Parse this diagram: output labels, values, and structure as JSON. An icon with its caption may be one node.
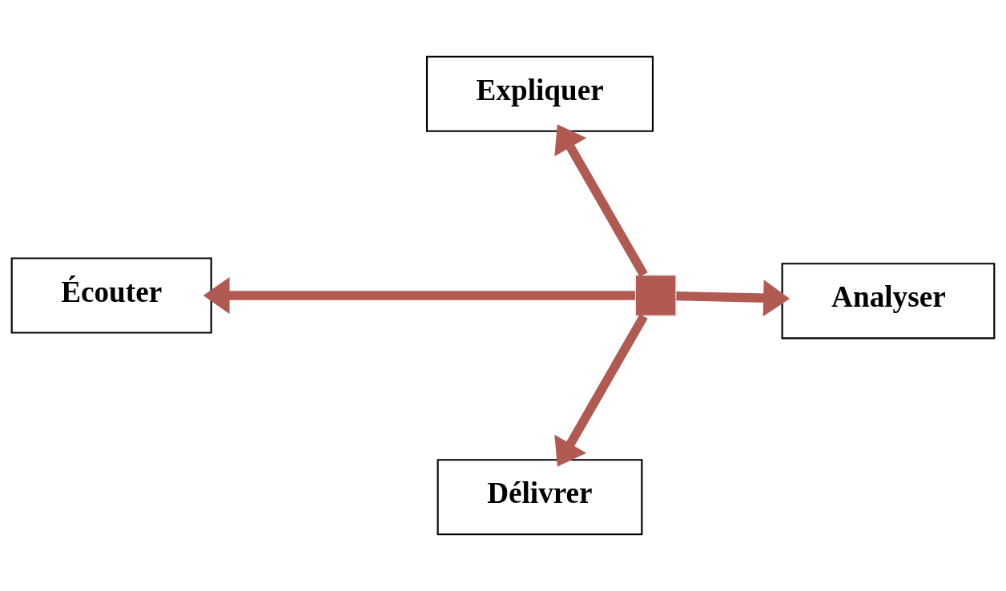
{
  "diagram": {
    "nodes": [
      {
        "text": [
          "Écouter"
        ]
      },
      {
        "text": [
          "Délivrer"
        ]
      },
      {
        "text": [],
        "shape": "cross"
      },
      {
        "text": [
          "Analyser"
        ]
      },
      {
        "text": [
          "Expliquer"
        ]
      }
    ],
    "edges": [
      {
        "from": 2,
        "to": 0,
        "arrow": "to",
        "color": "#b05a52"
      },
      {
        "from": 2,
        "to": 3,
        "arrow": "to",
        "color": "#b05a52"
      },
      {
        "from": 2,
        "to": 4,
        "arrow": "to",
        "color": "#b05a52"
      },
      {
        "from": 2,
        "to": 1,
        "arrow": "to",
        "color": "#b05a52"
      }
    ]
  }
}
